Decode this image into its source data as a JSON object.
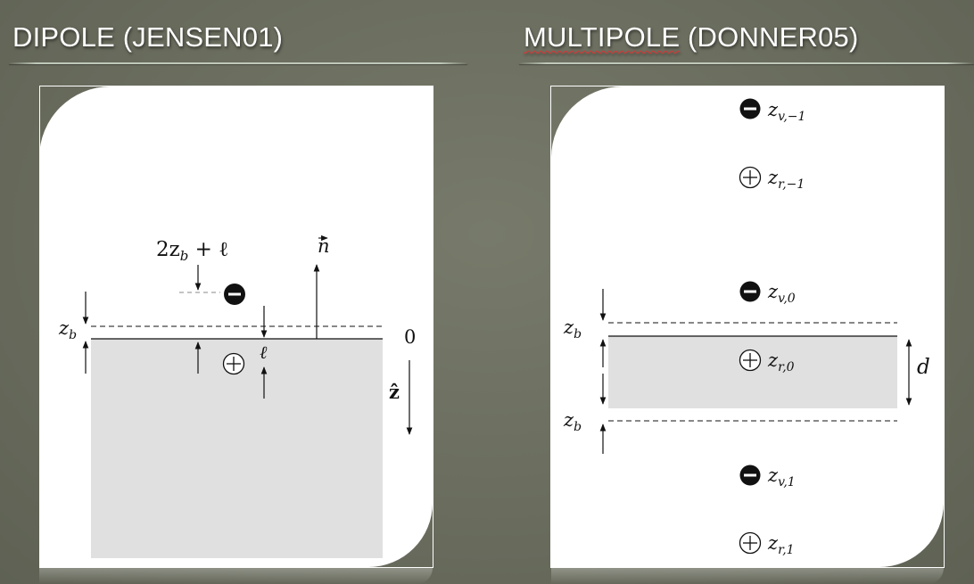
{
  "left": {
    "title": "DIPOLE (JENSEN01)",
    "diagram": {
      "label_2zb_l": "2z",
      "label_2zb_l_sub": "b",
      "label_2zb_l_rest": " + ℓ",
      "label_n": "n",
      "label_zb": "z",
      "label_zb_sub": "b",
      "label_zero": "0",
      "label_ell": "ℓ",
      "label_zhat": "ẑ"
    }
  },
  "right": {
    "title_main": "MULTIPOLE",
    "title_rest": " (DONNER05)",
    "diagram": {
      "sources": [
        {
          "symbol": "minus",
          "z": "z",
          "sub": "v,−1"
        },
        {
          "symbol": "plus",
          "z": "z",
          "sub": "r,−1"
        },
        {
          "symbol": "minus",
          "z": "z",
          "sub": "v,0"
        },
        {
          "symbol": "plus",
          "z": "z",
          "sub": "r,0"
        },
        {
          "symbol": "minus",
          "z": "z",
          "sub": "v,1"
        },
        {
          "symbol": "plus",
          "z": "z",
          "sub": "r,1"
        }
      ],
      "label_zb_top": "z",
      "label_zb_top_sub": "b",
      "label_zb_bottom": "z",
      "label_zb_bottom_sub": "b",
      "label_d": "d"
    }
  }
}
